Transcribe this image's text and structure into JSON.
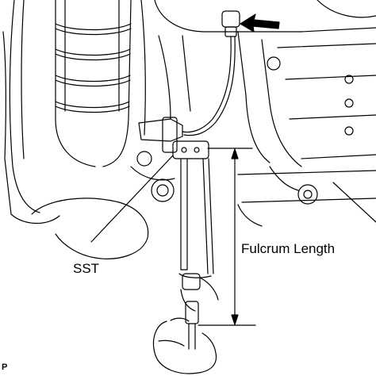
{
  "labels": {
    "sst": "SST",
    "fulcrum_length": "Fulcrum Length",
    "corner_mark": "P"
  },
  "colors": {
    "line": "#000000",
    "background": "#ffffff"
  },
  "icons": {
    "pointer": "arrow-left-icon"
  }
}
